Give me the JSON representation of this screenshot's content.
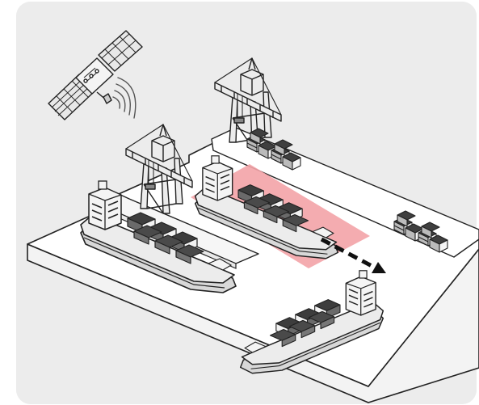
{
  "colors": {
    "panel_background": "#ececec",
    "pier_top": "#ffffff",
    "pier_side": "#f3f3f3",
    "outline": "#222222",
    "highlight_zone": "#f3a3a7",
    "ship_hull": "#e2e2e2",
    "ship_deck": "#bdbdbd",
    "container_dark": "#555555",
    "container_light": "#f5f5f5",
    "crane": "#e9e9e9",
    "satellite_panel": "#e8e8e8",
    "signal_waves": "#555555",
    "arrow": "#111111"
  },
  "icons": {
    "satellite": "satellite-icon",
    "signal": "signal-waves-icon",
    "crane": "gantry-crane-icon",
    "ship": "container-ship-icon",
    "container_stack": "container-stack-icon",
    "direction_arrow": "dashed-arrow-icon"
  },
  "scene": {
    "ships": [
      "berthed",
      "departing-highlighted",
      "at-sea"
    ],
    "cranes": 2,
    "container_stacks": 3,
    "highlighted_zone": true
  }
}
